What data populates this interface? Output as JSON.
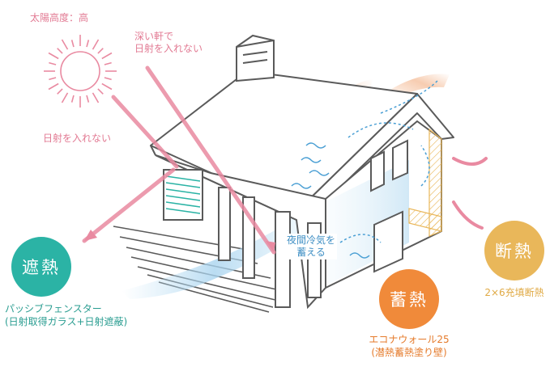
{
  "labels": {
    "sun_altitude": "太陽高度：高",
    "deep_eaves": [
      "深い軒で",
      "日射を入れない"
    ],
    "no_sunlight": "日射を入れない",
    "night_cool": [
      "夜間冷気を",
      "蓄える"
    ]
  },
  "features": [
    {
      "title": "遮熱",
      "color": "#2bb3a5",
      "caption": [
        "パッシブフェンスター",
        "(日射取得ガラス+日射遮蔽)"
      ],
      "caption_color": "#2a9d91"
    },
    {
      "title": "蓄熱",
      "color": "#f08a3a",
      "caption": [
        "エコナウォール25",
        "(潜熱蓄熱塗り壁)"
      ],
      "caption_color": "#e57a2a"
    },
    {
      "title": "断熱",
      "color": "#e9b75a",
      "caption": [
        "2×6充填断熱"
      ],
      "caption_color": "#e0aa45"
    }
  ],
  "colors": {
    "line": "#5a5a5a",
    "pink": "#e98aa1",
    "blue": "#4a9fd4",
    "light_blue": "#a9d4ef",
    "orange_glow": "#f6c7a8"
  }
}
